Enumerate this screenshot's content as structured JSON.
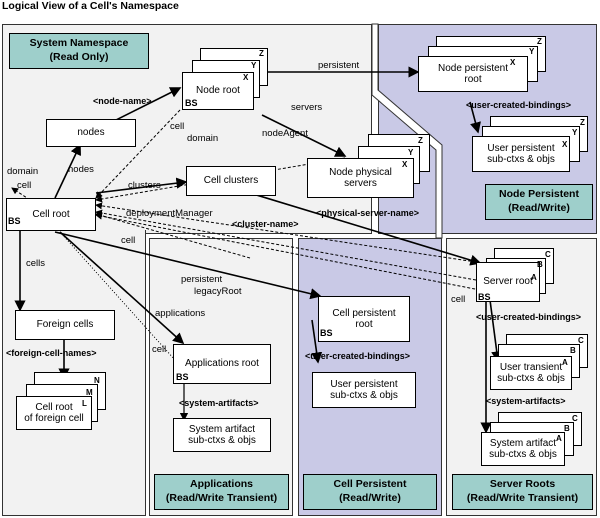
{
  "title": "Logical View of a Cell's Namespace",
  "regions": {
    "system_namespace": {
      "line1": "System Namespace",
      "line2": "(Read Only)"
    },
    "node_persistent": {
      "line1": "Node Persistent",
      "line2": "(Read/Write)"
    },
    "applications": {
      "line1": "Applications",
      "line2": "(Read/Write Transient)"
    },
    "cell_persistent": {
      "line1": "Cell Persistent",
      "line2": "(Read/Write)"
    },
    "server_roots": {
      "line1": "Server Roots",
      "line2": "(Read/Write Transient)"
    }
  },
  "nodes": {
    "node_root": "Node root",
    "nodes": "nodes",
    "cell_root": "Cell root",
    "cell_clusters": "Cell clusters",
    "node_physical_servers": [
      "Node physical",
      "servers"
    ],
    "foreign_cells": "Foreign cells",
    "cell_root_foreign": [
      "Cell root",
      "of foreign cell"
    ],
    "node_persistent_root": [
      "Node persistent",
      "root"
    ],
    "user_persistent_node": [
      "User persistent",
      "sub-ctxs & objs"
    ],
    "applications_root": "Applications root",
    "system_artifact_app": [
      "System artifact",
      "sub-ctxs & objs"
    ],
    "cell_persistent_root": [
      "Cell persistent",
      "root"
    ],
    "user_persistent_cell": [
      "User persistent",
      "sub-ctxs & objs"
    ],
    "server_root": "Server root",
    "user_transient": [
      "User transient",
      "sub-ctxs & objs"
    ],
    "system_artifact_server": [
      "System artifact",
      "sub-ctxs & objs"
    ]
  },
  "bindings": {
    "node_name": "<node-name>",
    "physical_server_name": "<physical-server-name>",
    "cluster_name": "<cluster-name>",
    "foreign_cell_names": "<foreign-cell-names>",
    "user_created_bindings_node": "<user-created-bindings>",
    "user_created_bindings_cell": "<user-created-bindings>",
    "user_created_bindings_server": "<user-created-bindings>",
    "system_artifacts_app": "<system-artifacts>",
    "system_artifacts_server": "<system-artifacts>"
  },
  "edge_labels": {
    "persistent_top": "persistent",
    "servers": "servers",
    "cell": "cell",
    "domain": "domain",
    "node_agent": "nodeAgent",
    "nodes": "nodes",
    "domain_left": "domain",
    "cell_left": "cell",
    "clusters": "clusters",
    "deployment_manager": "deploymentManager",
    "cell_mid": "cell",
    "cells": "cells",
    "persistent_mid": "persistent",
    "legacy_root": "legacyRoot",
    "applications": "applications",
    "cell_app": "cell",
    "cell_server": "cell"
  },
  "markers": {
    "bs": "BS",
    "x": "X",
    "y": "Y",
    "z": "Z",
    "a": "A",
    "b": "B",
    "c": "C",
    "l": "L",
    "m": "M",
    "n": "N"
  }
}
